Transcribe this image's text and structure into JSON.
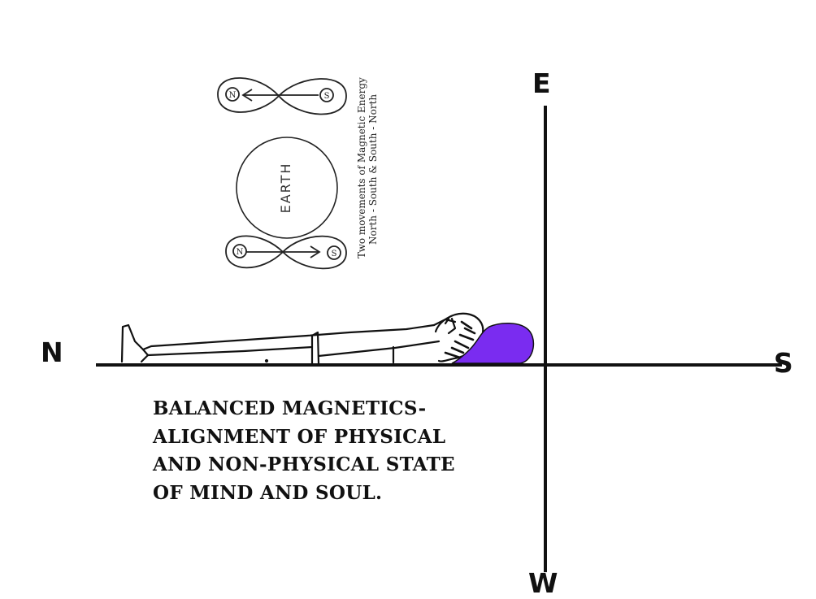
{
  "compass": {
    "north": "N",
    "south": "S",
    "east": "E",
    "west": "W"
  },
  "earth_diagram": {
    "label": "EARTH",
    "side_text_line1": "Two movements of Magnetic Energy",
    "side_text_line2": "North - South & South - North",
    "loop_top": {
      "left_pole": "N",
      "right_pole": "S"
    },
    "loop_bottom": {
      "left_pole": "N",
      "right_pole": "S"
    }
  },
  "caption": {
    "line1": "BALANCED MAGNETICS-",
    "line2": "ALIGNMENT OF PHYSICAL",
    "line3": "AND NON-PHYSICAL STATE",
    "line4": "OF MIND AND SOUL."
  },
  "colors": {
    "ink": "#111111",
    "pillow": "#7a2cf0",
    "background": "#ffffff"
  }
}
